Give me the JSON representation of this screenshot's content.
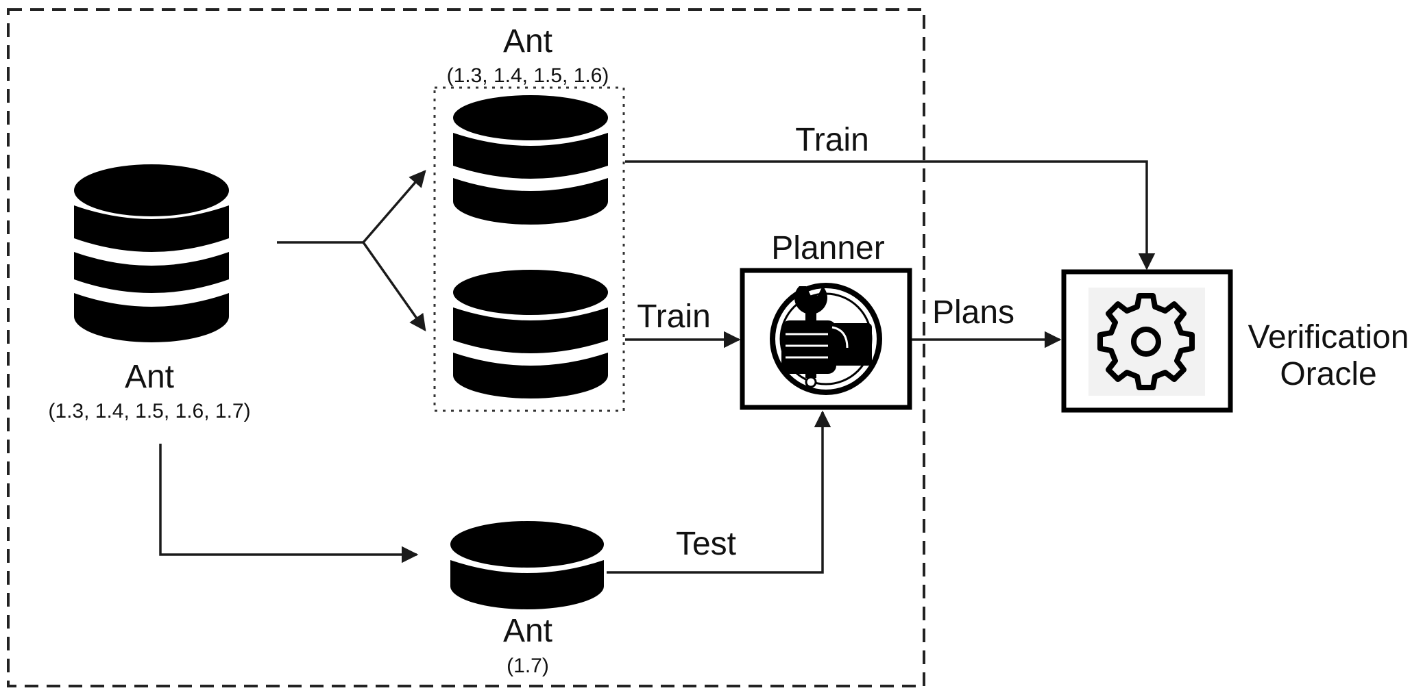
{
  "diagram": {
    "source_db": {
      "name": "Ant",
      "versions": "(1.3, 1.4, 1.5, 1.6, 1.7)"
    },
    "train_db": {
      "name": "Ant",
      "versions": "(1.3, 1.4, 1.5, 1.6)"
    },
    "test_db": {
      "name": "Ant",
      "versions": "(1.7)"
    },
    "planner": {
      "label": "Planner",
      "icon": "wrench-fist-icon"
    },
    "oracle": {
      "line1": "Verification",
      "line2": "Oracle",
      "icon": "gear-icon"
    },
    "edges": {
      "train_to_oracle": "Train",
      "train_to_planner": "Train",
      "test_to_planner": "Test",
      "planner_to_oracle": "Plans"
    }
  }
}
